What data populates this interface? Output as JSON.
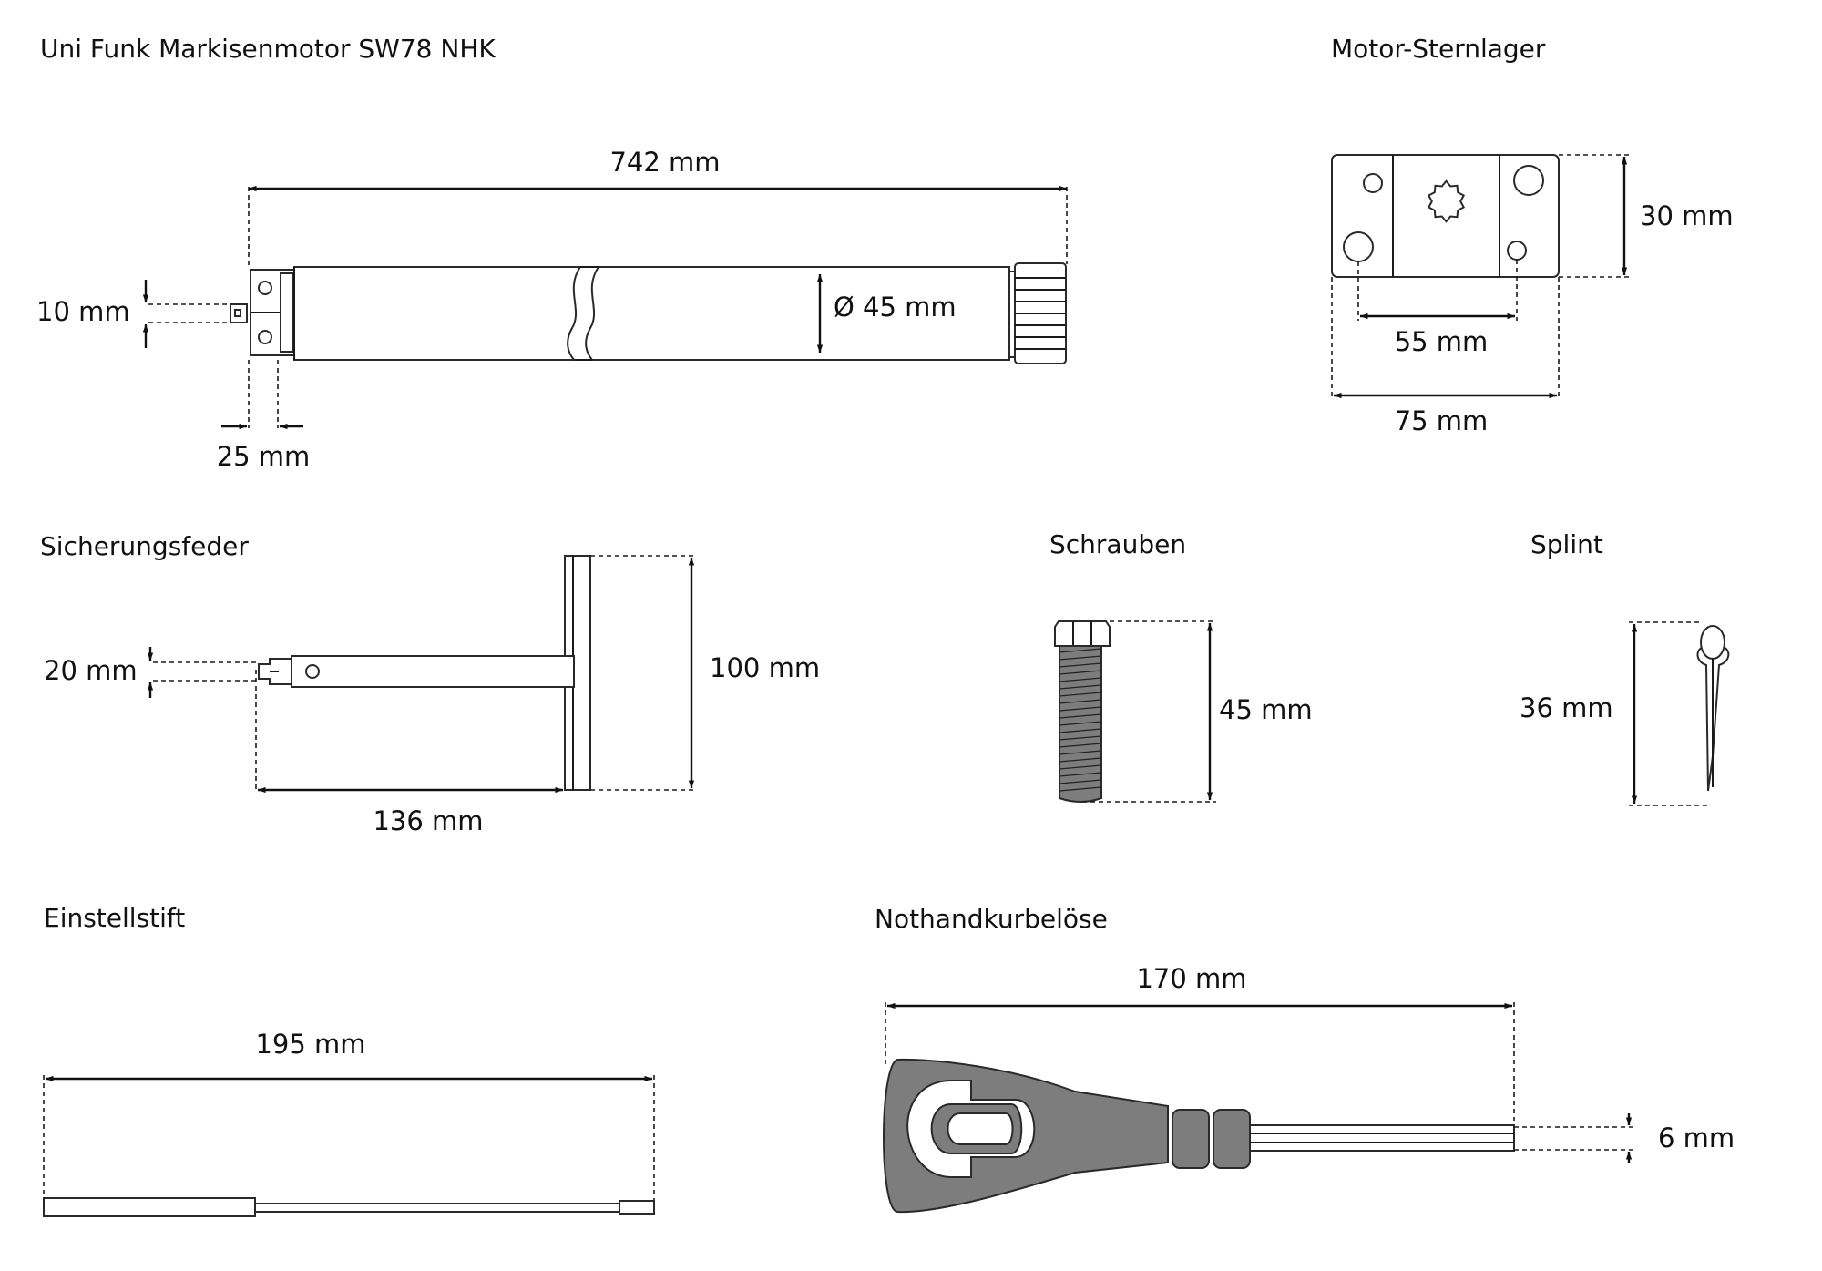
{
  "sections": {
    "motor": {
      "title": "Uni Funk Markisenmotor SW78 NHK",
      "length": "742 mm",
      "diameter": "Ø 45 mm",
      "pin": "10 mm",
      "head": "25 mm"
    },
    "bearing": {
      "title": "Motor-Sternlager",
      "height": "30 mm",
      "holes": "55 mm",
      "width": "75 mm"
    },
    "spring": {
      "title": "Sicherungsfeder",
      "height": "100 mm",
      "width": "20 mm",
      "length": "136 mm"
    },
    "screws": {
      "title": "Schrauben",
      "length": "45 mm"
    },
    "splint": {
      "title": "Splint",
      "length": "36 mm"
    },
    "pin": {
      "title": "Einstellstift",
      "length": "195 mm"
    },
    "crank": {
      "title": "Nothandkurbelöse",
      "length": "170 mm",
      "thickness": "6 mm"
    }
  }
}
